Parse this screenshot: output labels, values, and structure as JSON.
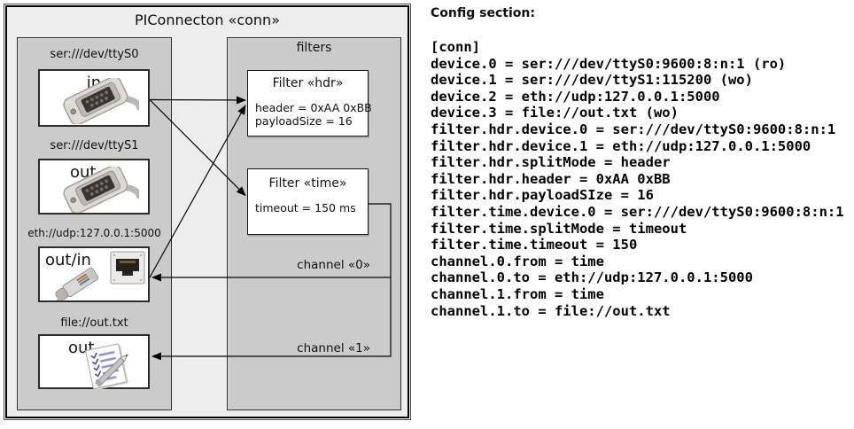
{
  "diagram": {
    "title": "PIConnecton «conn»",
    "filters_label": "filters",
    "colors": {
      "panel_fill": "#cbcbcb",
      "outer_fill": "#ededed",
      "box_fill": "#ffffff",
      "line": "#000000"
    },
    "devices": [
      {
        "uri": "ser:///dev/ttyS0",
        "direction": "in",
        "icon": "serial-connector-icon"
      },
      {
        "uri": "ser:///dev/ttyS1",
        "direction": "out",
        "icon": "serial-connector-icon"
      },
      {
        "uri": "eth://udp:127.0.0.1:5000",
        "direction": "out/in",
        "icon": "ethernet-connector-icon"
      },
      {
        "uri": "file://out.txt",
        "direction": "out",
        "icon": "notepad-icon"
      }
    ],
    "filters": [
      {
        "title": "Filter «hdr»",
        "properties": [
          "header = 0xAA 0xBB",
          "payloadSize = 16"
        ]
      },
      {
        "title": "Filter «time»",
        "properties": [
          "timeout = 150 ms"
        ]
      }
    ],
    "channel_labels": [
      "channel «0»",
      "channel «1»"
    ]
  },
  "config": {
    "heading": "Config section:",
    "lines": [
      "[conn]",
      "device.0 = ser:///dev/ttyS0:9600:8:n:1 (ro)",
      "device.1 = ser:///dev/ttyS1:115200 (wo)",
      "device.2 = eth://udp:127.0.0.1:5000",
      "device.3 = file://out.txt (wo)",
      "filter.hdr.device.0 = ser:///dev/ttyS0:9600:8:n:1",
      "filter.hdr.device.1 = eth://udp:127.0.0.1:5000",
      "filter.hdr.splitMode = header",
      "filter.hdr.header = 0xAA 0xBB",
      "filter.hdr.payloadSIze = 16",
      "filter.time.device.0 = ser:///dev/ttyS0:9600:8:n:1",
      "filter.time.splitMode = timeout",
      "filter.time.timeout = 150",
      "channel.0.from = time",
      "channel.0.to = eth://udp:127.0.0.1:5000",
      "channel.1.from = time",
      "channel.1.to = file://out.txt"
    ]
  }
}
